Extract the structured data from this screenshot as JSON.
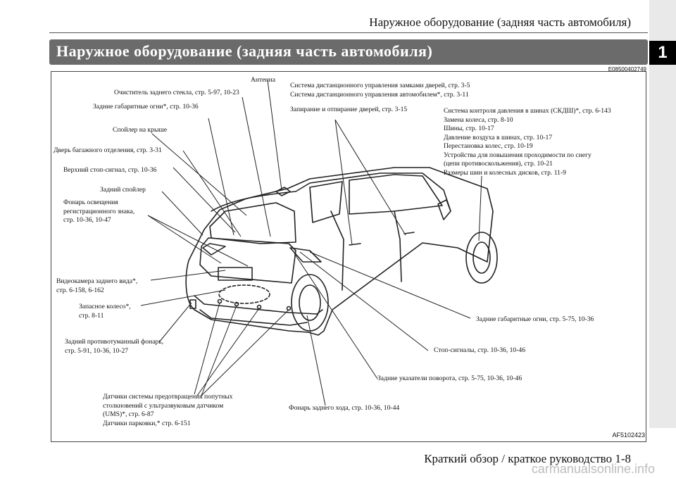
{
  "header": {
    "running_head": "Наружное оборудование (задняя часть автомобиля)",
    "section_title": "Наружное оборудование (задняя часть автомобиля)",
    "chapter_number": "1",
    "doc_code": "E08500402749"
  },
  "figure": {
    "figure_id": "AF5102423",
    "labels": {
      "antenna": "Антенна",
      "rear_wiper": "Очиститель заднего стекла, стр. 5-97, 10-23",
      "rear_clearance_lamps_top": "Задние габаритные огни*, стр. 10-36",
      "roof_spoiler": "Спойлер на крыше",
      "liftgate": "Дверь багажного отделения, стр. 3-31",
      "high_stop_lamp": "Верхний стоп-сигнал, стр. 10-36",
      "rear_spoiler": "Задний спойлер",
      "plate_lamp": "Фонарь освещения\nрегистрационного знака,\nстр. 10-36, 10-47",
      "rear_camera": "Видеокамера заднего вида*,\nстр. 6-158, 6-162",
      "spare_wheel": "Запасное колесо*,\nстр. 8-11",
      "rear_fog_lamp": "Задний противотуманный фонарь,\nстр. 5-91, 10-36, 10-27",
      "sensors": "Датчики системы предотвращения попутных\nстолкновений с ультразвуковым датчиком\n(UMS)*, стр. 6-87\nДатчики парковки,* стр. 6-151",
      "keyless_remote": "Система дистанционного управления замками дверей, стр. 3-5\nСистема дистанционного управления автомобилем*, стр. 3-11",
      "door_lock": "Запирание и отпирание дверей, стр. 3-15",
      "tpms": "Система контроля давления в шинах (СКДШ)*, стр. 6-143\nЗамена колеса, стр. 8-10\nШины, стр. 10-17\nДавление воздуха в шинах, стр. 10-17\nПерестановка колес, стр. 10-19\nУстройства для повышения проходимости по снегу\n(цепи противоскольжения), стр. 10-21\nРазмеры шин и колесных дисков, стр. 11-9",
      "rear_clearance_lamps_right": "Задние габаритные огни, стр. 5-75, 10-36",
      "stop_lamps": "Стоп-сигналы, стр. 10-36, 10-46",
      "rear_turn_signals": "Задние указатели поворота, стр. 5-75, 10-36, 10-46",
      "reverse_lamp": "Фонарь заднего хода, стр. 10-36, 10-44"
    }
  },
  "footer": {
    "text": "Краткий обзор / краткое руководство     1-8",
    "watermark": "carmanualsonline.info"
  }
}
